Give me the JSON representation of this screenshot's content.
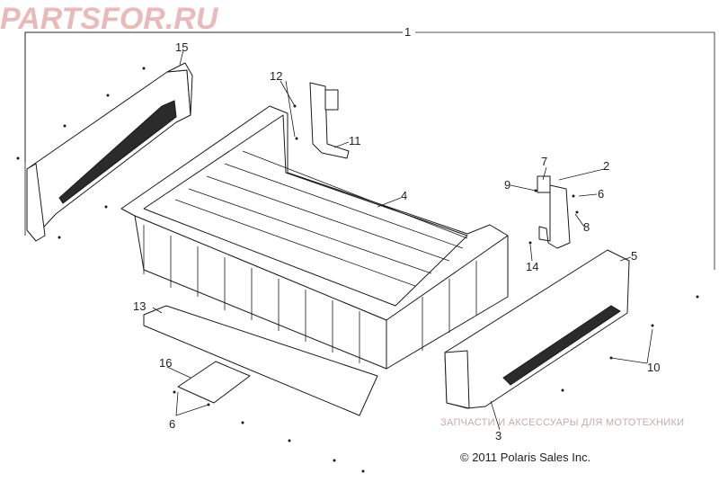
{
  "callouts": {
    "c1": "1",
    "c2": "2",
    "c3": "3",
    "c4": "4",
    "c5": "5",
    "c6a": "6",
    "c6b": "6",
    "c7": "7",
    "c8": "8",
    "c9": "9",
    "c10": "10",
    "c11": "11",
    "c12": "12",
    "c13": "13",
    "c14": "14",
    "c15": "15",
    "c16": "16"
  },
  "watermark": {
    "tagline": "ЗАПЧАСТИ И АКСЕССУАРЫ ДЛЯ МОТОТЕХНИКИ",
    "logo": "PARTSFOR.RU"
  },
  "copyright": "© 2011 Polaris Sales Inc.",
  "colors": {
    "line": "#1a1a1a",
    "watermark": "#c23a3a"
  }
}
